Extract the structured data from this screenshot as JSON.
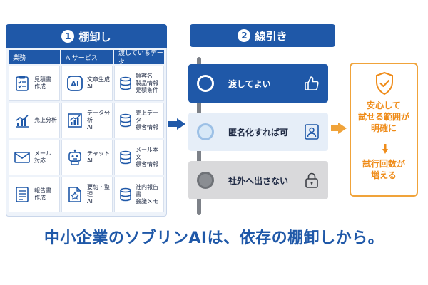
{
  "step1": {
    "number": "1",
    "title": "棚卸し",
    "columns": [
      "業務",
      "AIサービス",
      "渡しているデータ"
    ],
    "rows": [
      {
        "task": "見積書\n作成",
        "service": "文章生成\nAI",
        "data": "顧客名\n製品情報\n見積条件"
      },
      {
        "task": "売上分析",
        "service": "データ分析\nAI",
        "data": "売上データ\n顧客情報"
      },
      {
        "task": "メール\n対応",
        "service": "チャット\nAI",
        "data": "メール本文\n顧客情報"
      },
      {
        "task": "報告書\n作成",
        "service": "要約・整理\nAI",
        "data": "社内報告書\n会議メモ"
      }
    ],
    "ai_badge": "AI"
  },
  "step2": {
    "number": "2",
    "title": "線引き",
    "options": [
      {
        "label": "渡してよい",
        "icon": "thumbs-up-icon"
      },
      {
        "label": "匿名化すれば可",
        "icon": "id-card-icon"
      },
      {
        "label": "社外へ出さない",
        "icon": "lock-icon"
      }
    ]
  },
  "result": {
    "icon": "shield-check-icon",
    "line1": "安心して\n試せる範囲が\n明確に",
    "line2": "試行回数が\n増える"
  },
  "headline": "中小企業のソブリンAIは、依存の棚卸しから。",
  "colors": {
    "primary": "#1f58a8",
    "accent": "#f0a33a",
    "panel_bg": "#eef3fa",
    "option_mid_bg": "#e6eef8",
    "option_low_bg": "#d9d9db"
  }
}
